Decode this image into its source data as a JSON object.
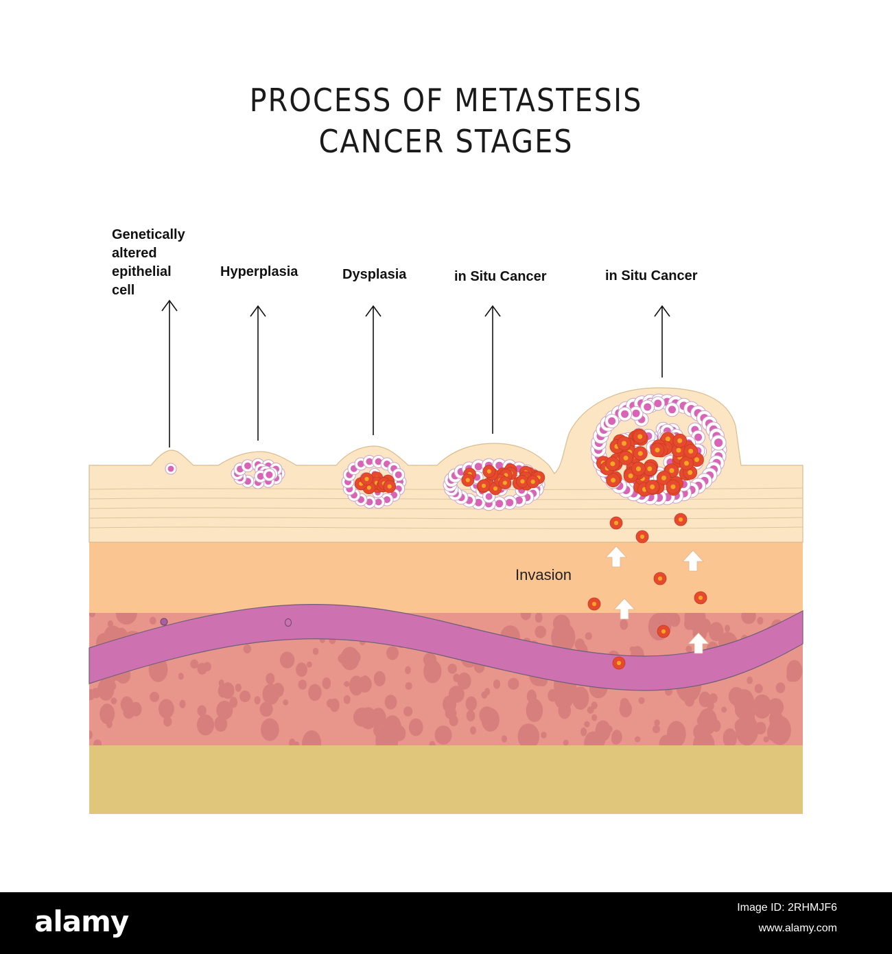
{
  "title": {
    "line1": "PROCESS OF METASTESIS",
    "line2": "CANCER STAGES"
  },
  "stages": [
    {
      "lines": [
        "Genetically",
        "altered",
        "epithelial",
        "cell"
      ]
    },
    {
      "lines": [
        "Hyperplasia"
      ]
    },
    {
      "lines": [
        "Dysplasia"
      ]
    },
    {
      "lines": [
        "in Situ Cancer"
      ]
    },
    {
      "lines": [
        "in Situ Cancer"
      ]
    }
  ],
  "invasion_label": "Invasion",
  "colors": {
    "epithelium": "#fbe5c3",
    "basement": "#fbc592",
    "dermis": "#e8968c",
    "dermis_spot": "#d77f7c",
    "vessel": "#cd71b1",
    "bottom_layer": "#e0c67b",
    "cell_pink": "#d764b4",
    "cell_red": "#e64a2e",
    "cell_orange": "#f5a623"
  },
  "footer": {
    "logo": "alamy",
    "image_id": "Image ID: 2RHMJF6",
    "url": "www.alamy.com"
  }
}
